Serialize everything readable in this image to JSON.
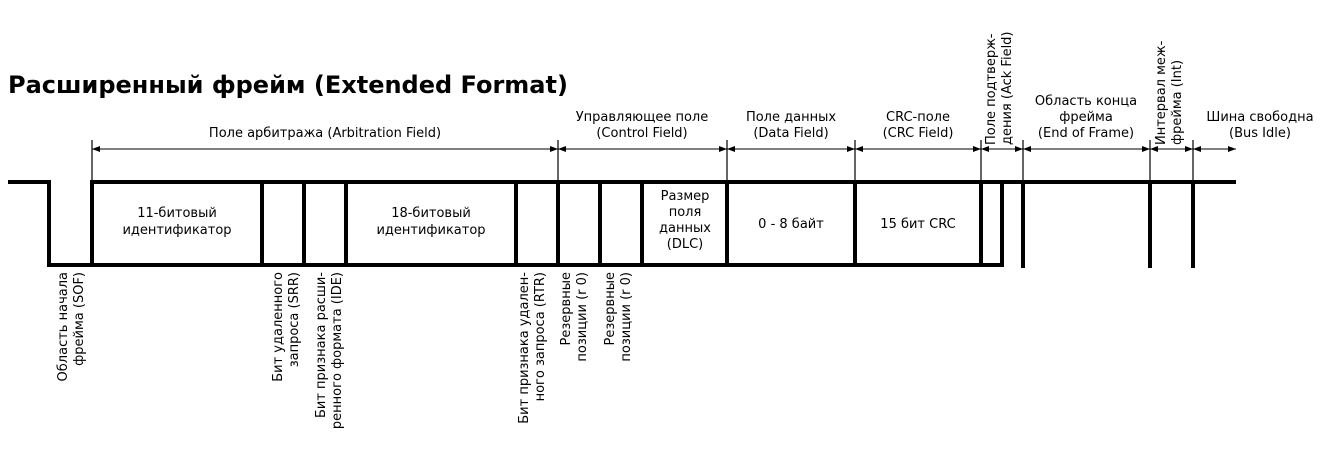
{
  "title": "Расширенный фрейм (Extended Format)",
  "fields": {
    "arbitration": "Поле арбитража (Arbitration Field)",
    "control": [
      "Управляющее поле",
      "(Control Field)"
    ],
    "data": [
      "Поле данных",
      "(Data Field)"
    ],
    "crc": [
      "CRC-поле",
      "(CRC Field)"
    ],
    "ack": [
      "Поле подтверж-",
      "дения (Ack Field)"
    ],
    "eof": [
      "Область конца",
      "фрейма",
      "(End of Frame)"
    ],
    "int": [
      "Интервал меж-",
      "фрейма (Int)"
    ],
    "idle": [
      "Шина свободна",
      "(Bus Idle)"
    ]
  },
  "boxes": {
    "id11": [
      "11-битовый",
      "идентификатор"
    ],
    "id18": [
      "18-битовый",
      "идентификатор"
    ],
    "dlc": [
      "Размер",
      "поля",
      "данных",
      "(DLC)"
    ],
    "data": "0 - 8 байт",
    "crc": "15 бит CRC"
  },
  "bits": {
    "sof": [
      "Область начала",
      "фрейма (SOF)"
    ],
    "srr": [
      "Бит удаленного",
      "запроса (SRR)"
    ],
    "ide": [
      "Бит признака расши-",
      "ренного формата (IDE)"
    ],
    "rtr": [
      "Бит признака удален-",
      "ного запроса (RTR)"
    ],
    "r1": [
      "Резервные",
      "позиции (r 0)"
    ],
    "r0": [
      "Резервные",
      "позиции (r 0)"
    ]
  }
}
